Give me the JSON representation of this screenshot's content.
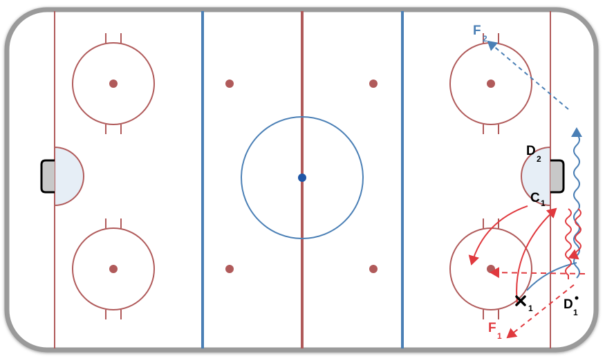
{
  "diagram": {
    "players": {
      "f2": {
        "letter": "F",
        "sub": "2",
        "color": "#4a7fb5"
      },
      "d2": {
        "letter": "D",
        "sub": "2",
        "color": "#000000"
      },
      "c1": {
        "letter": "C",
        "sub": "1",
        "color": "#000000"
      },
      "x1": {
        "letter": "",
        "sub": "1",
        "color": "#000000"
      },
      "d1": {
        "letter": "D",
        "sub": "1",
        "color": "#000000"
      },
      "f1": {
        "letter": "F",
        "sub": "1",
        "color": "#e0393e"
      }
    },
    "colors": {
      "board": "#9a9a9a",
      "ice": "#ffffff",
      "red_line": "#b05a5a",
      "blue_line": "#4a7fb5",
      "crease_fill": "#e6eef6",
      "net_fill": "#c8c8c8",
      "red_arrow": "#e0393e",
      "blue_arrow": "#4a7fb5"
    },
    "icons": [
      "x-player-marker-icon",
      "puck-dot-icon"
    ]
  }
}
